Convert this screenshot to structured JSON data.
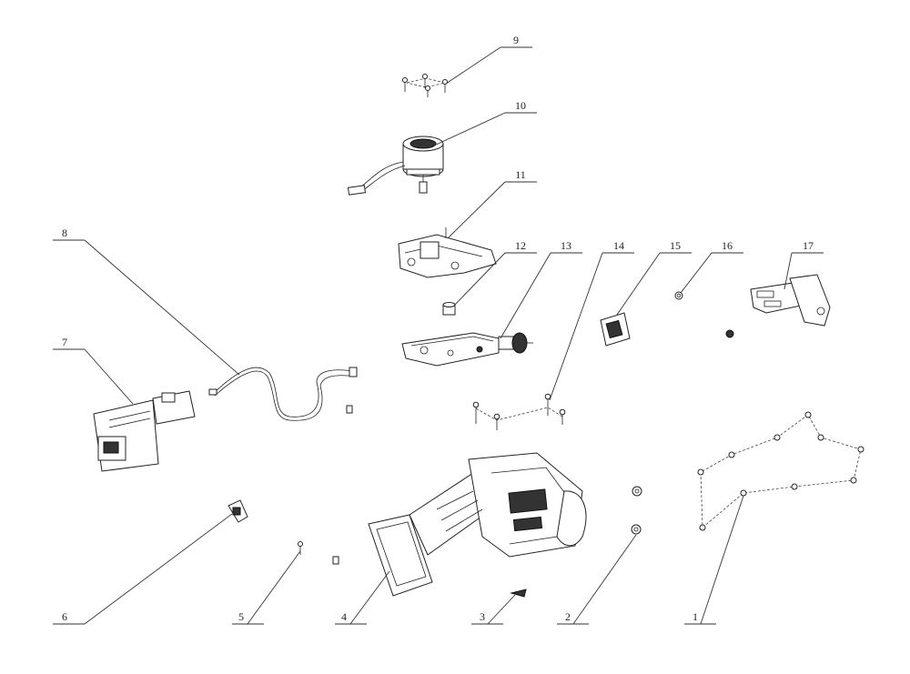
{
  "callouts": [
    {
      "id": "9",
      "label": "9"
    },
    {
      "id": "10",
      "label": "10"
    },
    {
      "id": "11",
      "label": "11"
    },
    {
      "id": "12",
      "label": "12"
    },
    {
      "id": "13",
      "label": "13"
    },
    {
      "id": "14",
      "label": "14"
    },
    {
      "id": "15",
      "label": "15"
    },
    {
      "id": "16",
      "label": "16"
    },
    {
      "id": "17",
      "label": "17"
    },
    {
      "id": "8",
      "label": "8"
    },
    {
      "id": "7",
      "label": "7"
    },
    {
      "id": "6",
      "label": "6"
    },
    {
      "id": "5",
      "label": "5"
    },
    {
      "id": "4",
      "label": "4"
    },
    {
      "id": "3",
      "label": "3"
    },
    {
      "id": "2",
      "label": "2"
    },
    {
      "id": "1",
      "label": "1"
    }
  ],
  "parts": {
    "p1": "screw-set-icon",
    "p2": "nut-icon",
    "p3": "clip-icon",
    "p4": "housing-icon",
    "p5": "pin-icon",
    "p6": "switch-block-icon",
    "p7": "battery-terminal-icon",
    "p8": "wire-harness-icon",
    "p9": "screw-set-icon",
    "p10": "motor-icon",
    "p11": "gearbox-icon",
    "p12": "bushing-icon",
    "p13": "gear-housing-icon",
    "p14": "screw-set-icon",
    "p15": "seal-icon",
    "p16": "ring-icon",
    "p17": "bracket-icon"
  }
}
